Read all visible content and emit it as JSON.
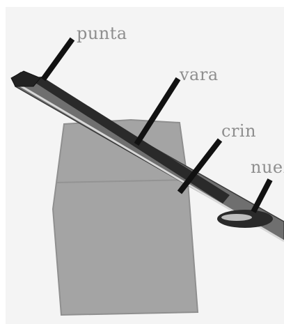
{
  "labels": {
    "punta": "punta",
    "vara": "vara",
    "crin": "crin",
    "nuez": "nuez"
  },
  "colors": {
    "paper": "#f4f4f4",
    "card": "#a4a4a4",
    "card_edge": "#8f8f8f",
    "stick": "#6f6f6f",
    "hair": "#2a2a2a",
    "pointer": "#111111",
    "label_text": "#8e8e8e"
  }
}
